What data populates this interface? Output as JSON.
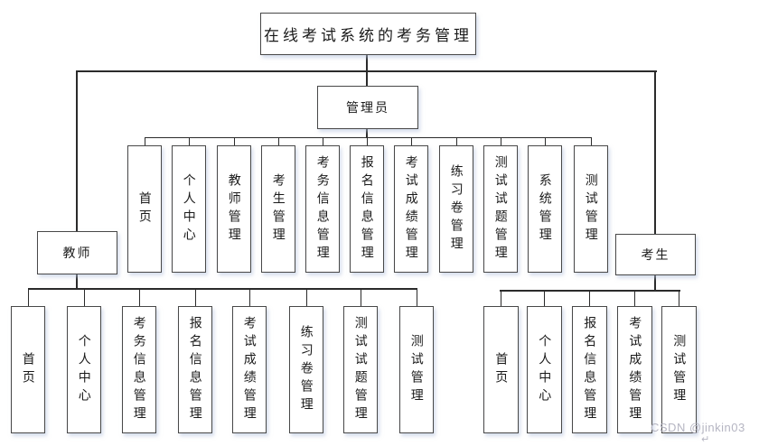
{
  "diagram": {
    "title": "在线考试系统的考务管理",
    "branches": [
      {
        "label": "管理员",
        "children": [
          "首页",
          "个人中心",
          "教师管理",
          "考生管理",
          "考务信息管理",
          "报名信息管理",
          "考试成绩管理",
          "练习卷管理",
          "测试试题管理",
          "系统管理",
          "测试管理"
        ]
      },
      {
        "label": "教师",
        "children": [
          "首页",
          "个人中心",
          "考务信息管理",
          "报名信息管理",
          "考试成绩管理",
          "练习卷管理",
          "测试试题管理",
          "测试管理"
        ]
      },
      {
        "label": "考生",
        "children": [
          "首页",
          "个人中心",
          "报名信息管理",
          "考试成绩管理",
          "测试管理"
        ]
      }
    ]
  },
  "watermark": {
    "text": "CSDN @jinkin03",
    "symbol": "↵"
  },
  "colors": {
    "line": "#2b2b2b",
    "box_border": "#484848",
    "text": "#1a1a1a",
    "watermark": "#b5b5c2",
    "background": "#ffffff"
  }
}
